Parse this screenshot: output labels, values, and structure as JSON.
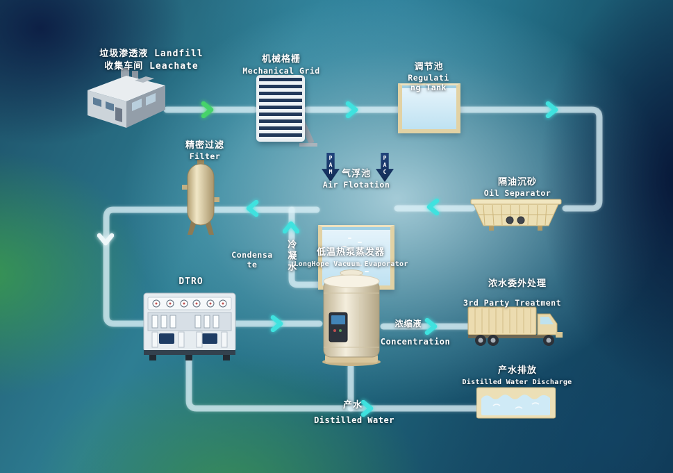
{
  "nodes": {
    "landfill": {
      "line1": "垃圾渗透液 Landfill",
      "line2": "收集车间  Leachate"
    },
    "grid": {
      "line1": "机械格栅",
      "line2": "Mechanical Grid"
    },
    "regulating": {
      "line1": "调节池",
      "line2": "Regulating Tank"
    },
    "oil": {
      "line1": "隔油沉砂",
      "line2": "Oil Separator"
    },
    "flotation": {
      "line1": "气浮池",
      "line2": "Air Flotation",
      "dose1": "PAM",
      "dose2": "PAC"
    },
    "filter": {
      "line1": "精密过滤",
      "line2": "Filter"
    },
    "dtro": {
      "line1": "DTRO"
    },
    "evaporator": {
      "line1": "低温热泵蒸发器",
      "line2": "LongHope Vacuum Evaporator"
    },
    "third_party": {
      "line1": "浓水委外处理",
      "line2": "3rd Party Treatment"
    },
    "discharge": {
      "line1": "产水排放",
      "line2": "Distilled Water Discharge"
    }
  },
  "flows": {
    "condensate_en": "Condensate",
    "condensate_cn": "冷凝水",
    "concentrate_cn": "浓缩液",
    "concentrate_en": "Concentration",
    "product_cn": "产水",
    "product_en": "Distilled Water"
  },
  "colors": {
    "arrow_green": "#46d36a",
    "arrow_cyan": "#3fe2df",
    "arrow_white": "#eef8fa",
    "pipe": "#d8f0f8"
  }
}
